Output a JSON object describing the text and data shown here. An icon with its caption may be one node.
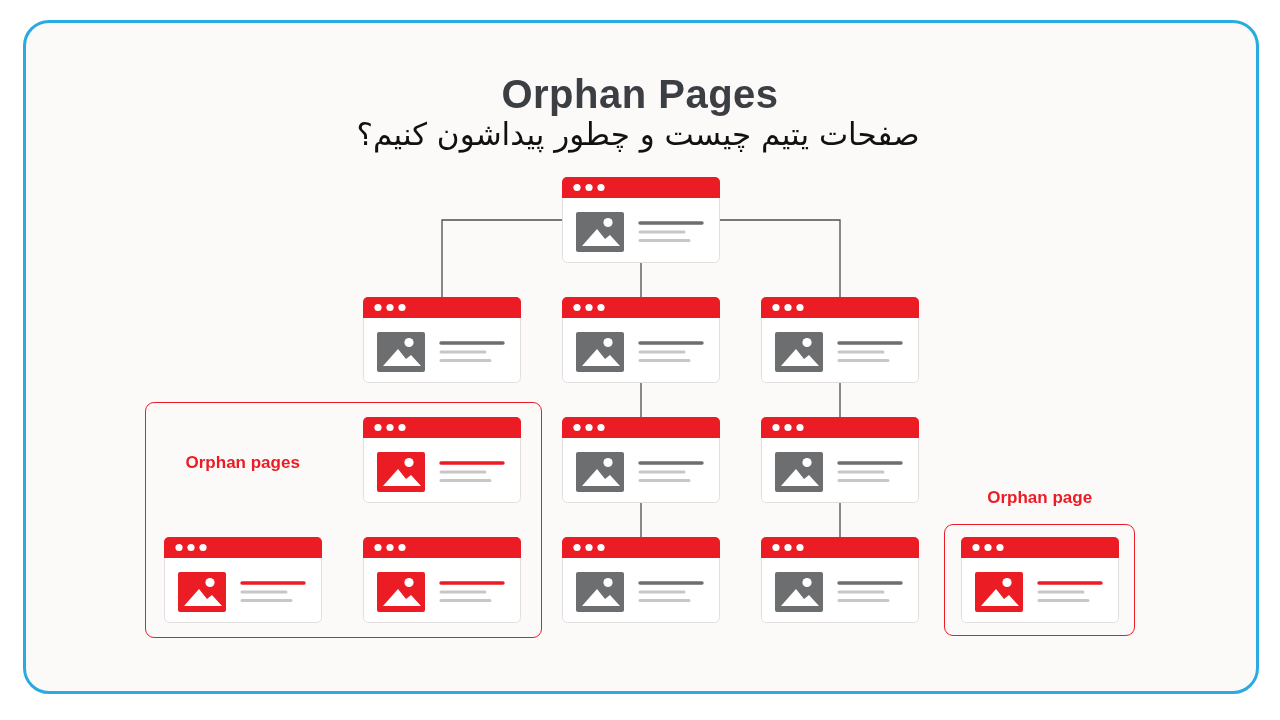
{
  "diagram": {
    "title": "Orphan Pages",
    "nodes": [
      {
        "text": [],
        "shape": "picture"
      },
      {
        "text": [],
        "shape": "picture"
      },
      {
        "text": [],
        "shape": "picture"
      },
      {
        "text": [],
        "shape": "picture"
      },
      {
        "text": [
          "Orphan pages"
        ]
      },
      {
        "text": [],
        "shape": "picture",
        "in": 4
      },
      {
        "text": [],
        "shape": "picture",
        "in": 4
      },
      {
        "text": [],
        "shape": "picture",
        "in": 4
      },
      {
        "text": [],
        "shape": "picture"
      },
      {
        "text": [],
        "shape": "picture"
      },
      {
        "text": [],
        "shape": "picture"
      },
      {
        "text": [],
        "shape": "picture"
      },
      {
        "text": [
          "Orphan page"
        ]
      },
      {
        "text": [],
        "shape": "picture",
        "in": 12
      }
    ],
    "edges": [
      {
        "from": 0,
        "to": 1,
        "arrow": "none"
      },
      {
        "from": 0,
        "to": 2,
        "arrow": "none"
      },
      {
        "from": 0,
        "to": 3,
        "arrow": "none"
      },
      {
        "from": 2,
        "to": 8,
        "arrow": "none"
      },
      {
        "from": 8,
        "to": 10,
        "arrow": "none"
      },
      {
        "from": 3,
        "to": 9,
        "arrow": "none"
      },
      {
        "from": 9,
        "to": 11,
        "arrow": "none"
      }
    ],
    "labels": [
      "صفحات یتیم چیست و چطور پیداشون کنیم؟"
    ]
  }
}
